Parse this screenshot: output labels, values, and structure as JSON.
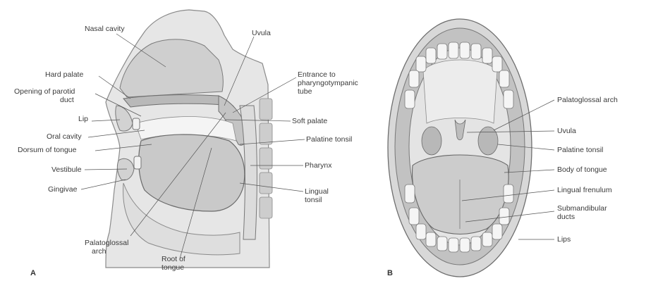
{
  "panel_a": {
    "letter": "A",
    "labels": {
      "nasal_cavity": "Nasal cavity",
      "uvula": "Uvula",
      "hard_palate": "Hard palate",
      "entrance_line1": "Entrance to",
      "entrance_line2": "pharyngotympanic",
      "entrance_line3": "tube",
      "opening_line1": "Opening of parotid",
      "opening_line2": "duct",
      "lip": "Lip",
      "soft_palate": "Soft palate",
      "oral_cavity": "Oral cavity",
      "palatine_tonsil": "Palatine tonsil",
      "dorsum": "Dorsum of tongue",
      "vestibule": "Vestibule",
      "pharynx": "Pharynx",
      "gingivae": "Gingivae",
      "lingual_line1": "Lingual",
      "lingual_line2": "tonsil",
      "palatoglossal_line1": "Palatoglossal",
      "palatoglossal_line2": "arch",
      "root_line1": "Root of",
      "root_line2": "tongue"
    }
  },
  "panel_b": {
    "letter": "B",
    "labels": {
      "palatoglossal_arch": "Palatoglossal arch",
      "uvula": "Uvula",
      "palatine_tonsil": "Palatine tonsil",
      "body_of_tongue": "Body of tongue",
      "lingual_frenulum": "Lingual frenulum",
      "submandibular_line1": "Submandibular",
      "submandibular_line2": "ducts",
      "lips": "Lips"
    }
  },
  "colors": {
    "ink": "#3a3a3a",
    "tissue": "#d9d9d9",
    "tissue_dark": "#b5b5b5",
    "cavity": "#ededed"
  }
}
